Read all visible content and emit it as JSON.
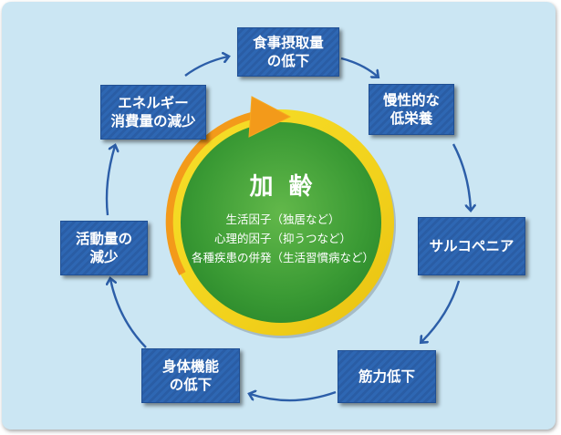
{
  "center": {
    "title": "加 齢",
    "lines": [
      "生活因子（独居など）",
      "心理的因子（抑うつなど）",
      "各種疾患の併発（生活習慣病など）"
    ]
  },
  "nodes": [
    {
      "id": "food",
      "label": "食事摂取量\nの低下"
    },
    {
      "id": "nutrition",
      "label": "慢性的な\n低栄養"
    },
    {
      "id": "sarcopenia",
      "label": "サルコペニア"
    },
    {
      "id": "muscle",
      "label": "筋力低下"
    },
    {
      "id": "function",
      "label": "身体機能\nの低下"
    },
    {
      "id": "activity",
      "label": "活動量の\n減少"
    },
    {
      "id": "energy",
      "label": "エネルギー\n消費量の減少"
    }
  ],
  "colors": {
    "background": "#cbe6f3",
    "node_fill": "#2e67b3",
    "arrow": "#2c5ea8",
    "circle_green": "#3a9a34",
    "ring_yellow": "#f2d21c",
    "ring_orange": "#f39a1a"
  }
}
